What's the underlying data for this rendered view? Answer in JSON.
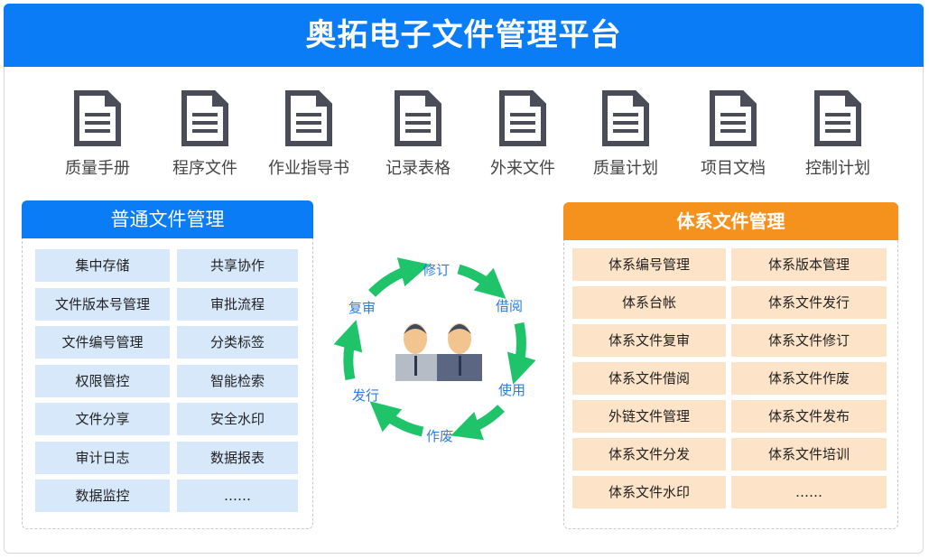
{
  "title": "奥拓电子文件管理平台",
  "doc_types": [
    "质量手册",
    "程序文件",
    "作业指导书",
    "记录表格",
    "外来文件",
    "质量计划",
    "项目文档",
    "控制计划"
  ],
  "left_panel": {
    "title": "普通文件管理",
    "items": [
      "集中存储",
      "共享协作",
      "文件版本号管理",
      "审批流程",
      "文件编号管理",
      "分类标签",
      "权限管控",
      "智能检索",
      "文件分享",
      "安全水印",
      "审计日志",
      "数据报表",
      "数据监控",
      "……"
    ]
  },
  "right_panel": {
    "title": "体系文件管理",
    "items": [
      "体系编号管理",
      "体系版本管理",
      "体系台帐",
      "体系文件发行",
      "体系文件复审",
      "体系文件修订",
      "体系文件借阅",
      "体系文件作废",
      "外链文件管理",
      "体系文件发布",
      "体系文件分发",
      "体系文件培训",
      "体系文件水印",
      "……"
    ]
  },
  "cycle": [
    "修订",
    "借阅",
    "使用",
    "作废",
    "发行",
    "复审"
  ],
  "colors": {
    "blue": "#0a7cf5",
    "orange": "#f5921e",
    "green": "#1fc46a"
  }
}
